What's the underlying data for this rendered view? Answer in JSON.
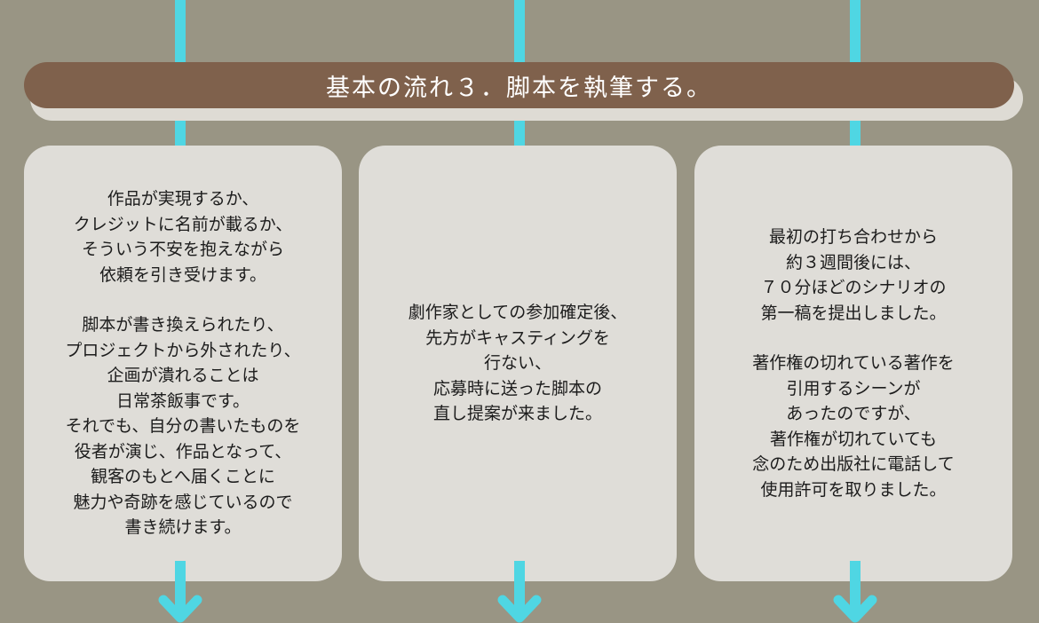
{
  "colors": {
    "background": "#999584",
    "banner": "#7f614c",
    "banner_shadow": "#dedbd4",
    "card": "#dfddd8",
    "arrow": "#4fd6e3",
    "text": "#1c1c1c"
  },
  "banner": {
    "title": "基本の流れ３．脚本を執筆する。"
  },
  "columns": [
    {
      "paragraphs": [
        [
          "作品が実現するか、",
          "クレジットに名前が載るか、",
          "そういう不安を抱えながら",
          "依頼を引き受けます。"
        ],
        [
          "脚本が書き換えられたり、",
          "プロジェクトから外されたり、",
          "企画が潰れることは",
          "日常茶飯事です。",
          "それでも、自分の書いたものを",
          "役者が演じ、作品となって、",
          "観客のもとへ届くことに",
          "魅力や奇跡を感じているので",
          "書き続けます。"
        ]
      ]
    },
    {
      "paragraphs": [
        [
          "劇作家としての参加確定後、",
          "先方がキャスティングを",
          "行ない、",
          "応募時に送った脚本の",
          "直し提案が来ました。"
        ]
      ]
    },
    {
      "paragraphs": [
        [
          "最初の打ち合わせから",
          "約３週間後には、",
          "７０分ほどのシナリオの",
          "第一稿を提出しました。"
        ],
        [
          "著作権の切れている著作を",
          "引用するシーンが",
          "あったのですが、",
          "著作権が切れていても",
          "念のため出版社に電話して",
          "使用許可を取りました。"
        ]
      ]
    }
  ]
}
